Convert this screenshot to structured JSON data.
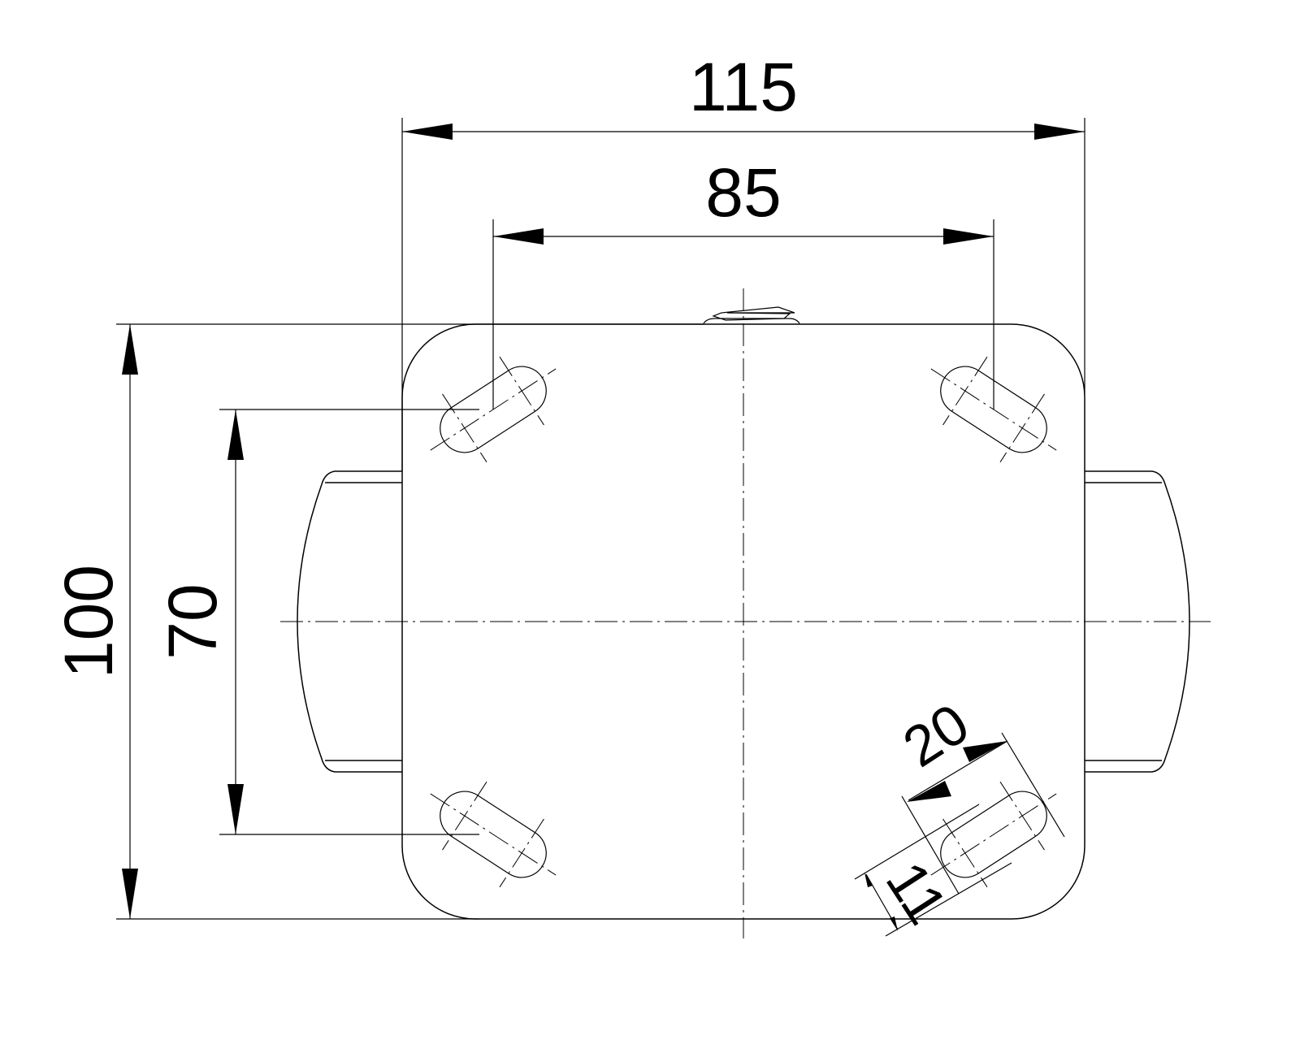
{
  "drawing": {
    "title": "Caster top plate dimensional drawing",
    "dimensions": {
      "overall_width": "115",
      "hole_spacing_width": "85",
      "overall_length": "100",
      "hole_spacing_length": "70",
      "slot_length": "20",
      "slot_width": "11"
    }
  }
}
